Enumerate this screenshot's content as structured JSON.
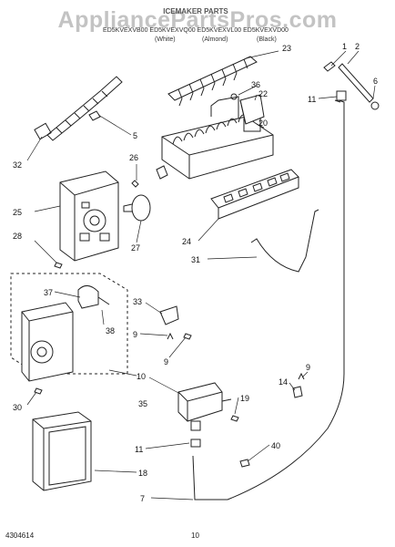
{
  "watermark": "AppliancePartsPros.com",
  "header": {
    "title": "ICEMAKER PARTS",
    "models": "ED5KVEXVB00 ED5KVEXVQ00 ED5KVEXVL00 ED5KVEXVD00",
    "color_white": "(White)",
    "color_almond": "(Almond)",
    "color_black": "(Black)"
  },
  "callouts": {
    "c1": "1",
    "c2": "2",
    "c5": "5",
    "c6": "6",
    "c7": "7",
    "c9a": "9",
    "c9b": "9",
    "c9c": "9",
    "c10": "10",
    "c11a": "11",
    "c11b": "11",
    "c14": "14",
    "c18": "18",
    "c19": "19",
    "c20": "20",
    "c22": "22",
    "c23": "23",
    "c24": "24",
    "c25": "25",
    "c26": "26",
    "c27": "27",
    "c28": "28",
    "c30": "30",
    "c31": "31",
    "c32": "32",
    "c33": "33",
    "c35": "35",
    "c36": "36",
    "c37": "37",
    "c38": "38",
    "c40": "40"
  },
  "footer": {
    "doc_number": "4304614",
    "page": "10"
  }
}
